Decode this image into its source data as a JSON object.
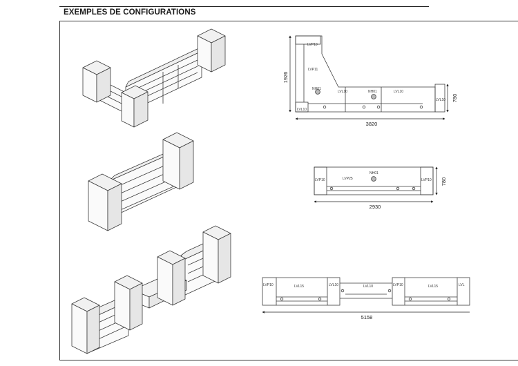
{
  "header": {
    "title": "EXEMPLES DE CONFIGURATIONS"
  },
  "plan1": {
    "panels": [
      "LVP10",
      "LVP11",
      "LVL10",
      "NH01",
      "LVL10",
      "NH01",
      "LVL10",
      "LVL10"
    ],
    "dims": {
      "height_left": "1926",
      "height_right": "780",
      "width": "3820"
    }
  },
  "plan2": {
    "panels": [
      "LVP10",
      "LVP25",
      "NH01",
      "LVP10"
    ],
    "dims": {
      "height_right": "780",
      "width": "2930"
    }
  },
  "plan3": {
    "panels": [
      "LVP10",
      "LVL15",
      "LVL10",
      "LVL10",
      "LVP10",
      "LVL15",
      "LVL"
    ],
    "dims": {
      "width": "5158"
    }
  }
}
